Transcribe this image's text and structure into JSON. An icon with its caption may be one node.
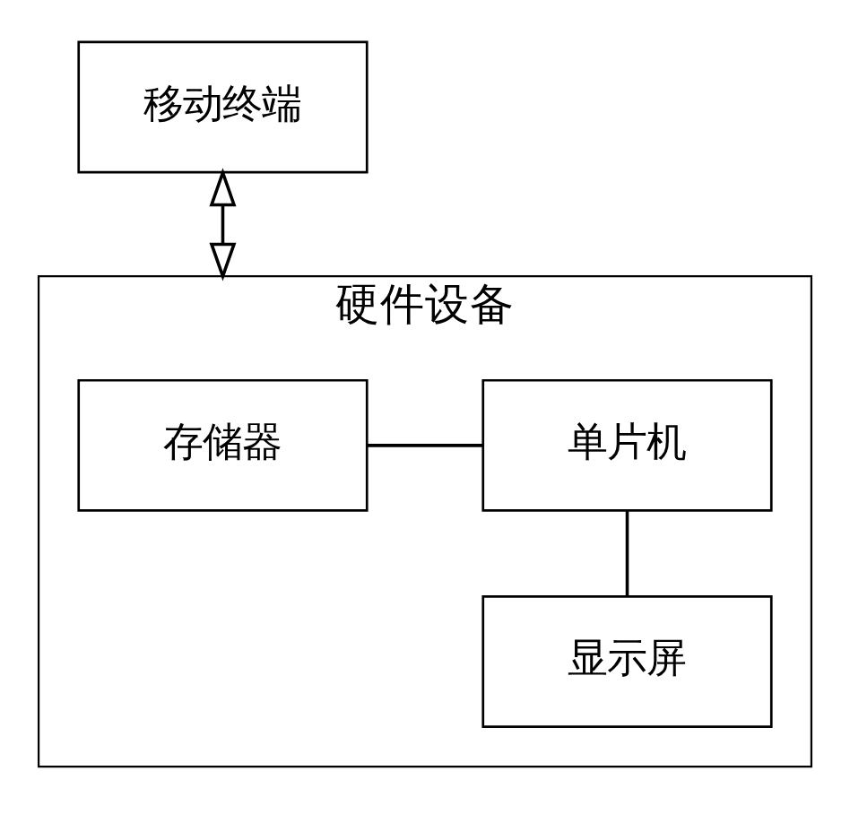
{
  "diagram": {
    "nodes": [
      {
        "text": [
          "移动终端"
        ]
      },
      {
        "text": [
          "硬件设备"
        ]
      },
      {
        "text": [
          "存储器"
        ],
        "in": 1
      },
      {
        "text": [
          "单片机"
        ],
        "in": 1
      },
      {
        "text": [
          "显示屏"
        ],
        "in": 1
      }
    ],
    "edges": [
      {
        "from": 0,
        "to": 1,
        "arrow": "both"
      },
      {
        "from": 2,
        "to": 3,
        "arrow": "none"
      },
      {
        "from": 3,
        "to": 4,
        "arrow": "none"
      }
    ]
  }
}
